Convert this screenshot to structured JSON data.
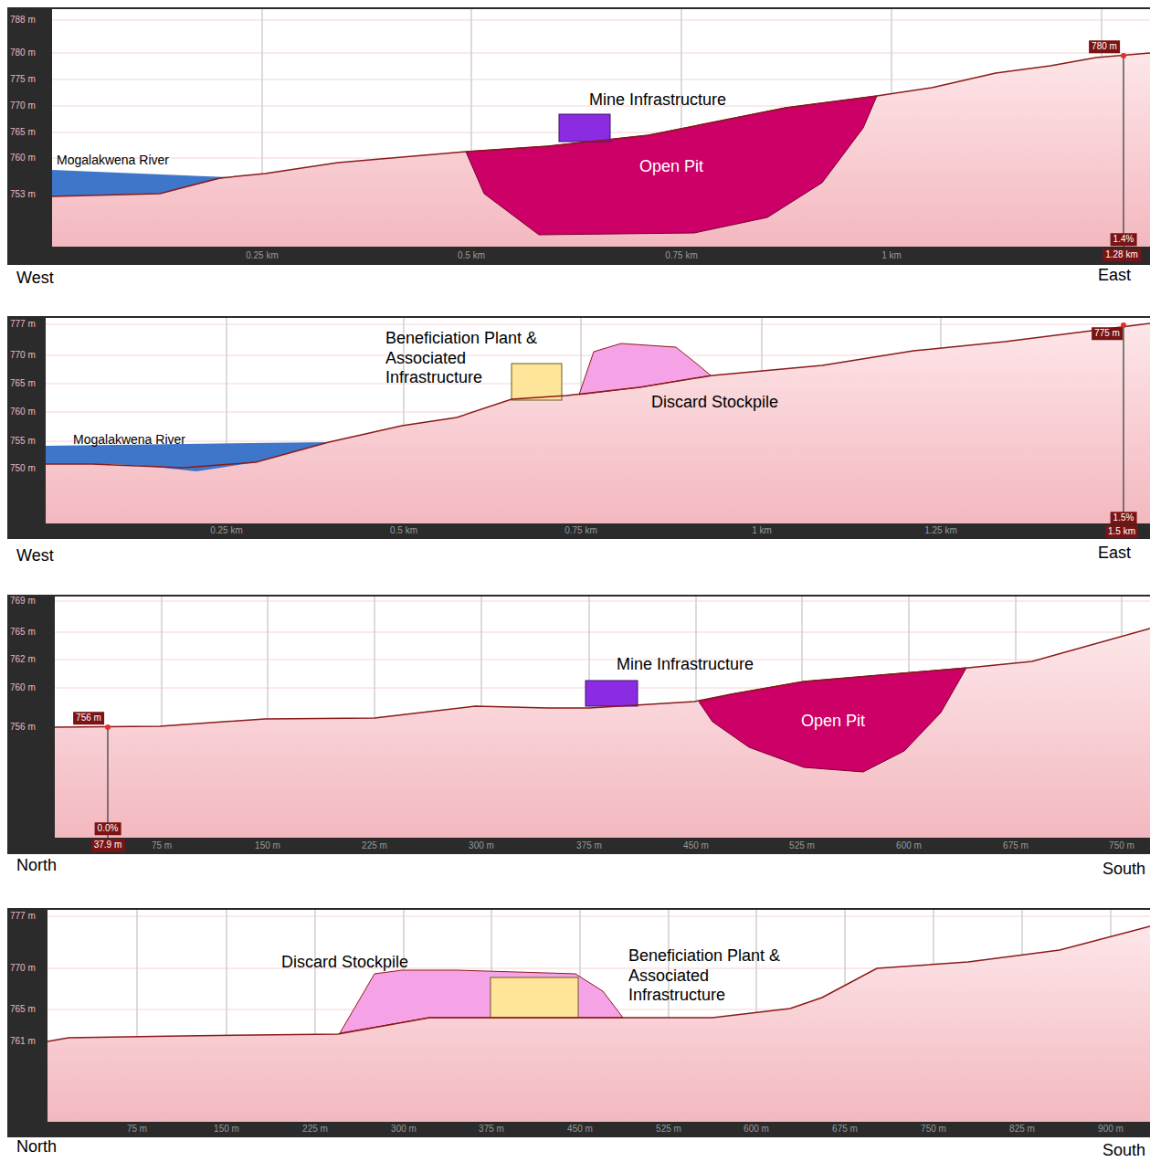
{
  "diagram": {
    "nodes": [
      {
        "text": [
          "Mogalakwena River"
        ]
      },
      {
        "text": [
          "Mine Infrastructure"
        ]
      },
      {
        "text": [
          "Open Pit"
        ]
      },
      {
        "text": [
          "Mogalakwena River"
        ]
      },
      {
        "text": [
          "Beneficiation Plant & Associated Infrastructure"
        ]
      },
      {
        "text": [
          "Discard Stockpile"
        ]
      },
      {
        "text": [
          "Mine Infrastructure"
        ]
      },
      {
        "text": [
          "Open Pit"
        ]
      },
      {
        "text": [
          "Discard Stockpile"
        ]
      },
      {
        "text": [
          "Beneficiation Plant & Associated Infrastructure"
        ]
      }
    ],
    "labels": [
      "788 m",
      "780 m",
      "775 m",
      "770 m",
      "765 m",
      "760 m",
      "753 m",
      "0.25 km",
      "0.5 km",
      "0.75 km",
      "1 km",
      "780 m",
      "1.4%",
      "1.28 km",
      "West",
      "East",
      "777 m",
      "770 m",
      "765 m",
      "760 m",
      "755 m",
      "750 m",
      "0.25 km",
      "0.5 km",
      "0.75 km",
      "1 km",
      "1.25 km",
      "775 m",
      "1.5%",
      "1.5 km",
      "West",
      "East",
      "769 m",
      "765 m",
      "762 m",
      "760 m",
      "756 m",
      "75 m",
      "150 m",
      "225 m",
      "300 m",
      "375 m",
      "450 m",
      "525 m",
      "600 m",
      "675 m",
      "750 m",
      "756 m",
      "0.0%",
      "37.9 m",
      "North",
      "South",
      "777 m",
      "770 m",
      "765 m",
      "761 m",
      "75 m",
      "150 m",
      "225 m",
      "300 m",
      "375 m",
      "450 m",
      "525 m",
      "600 m",
      "675 m",
      "750 m",
      "825 m",
      "900 m",
      "North",
      "South"
    ]
  }
}
